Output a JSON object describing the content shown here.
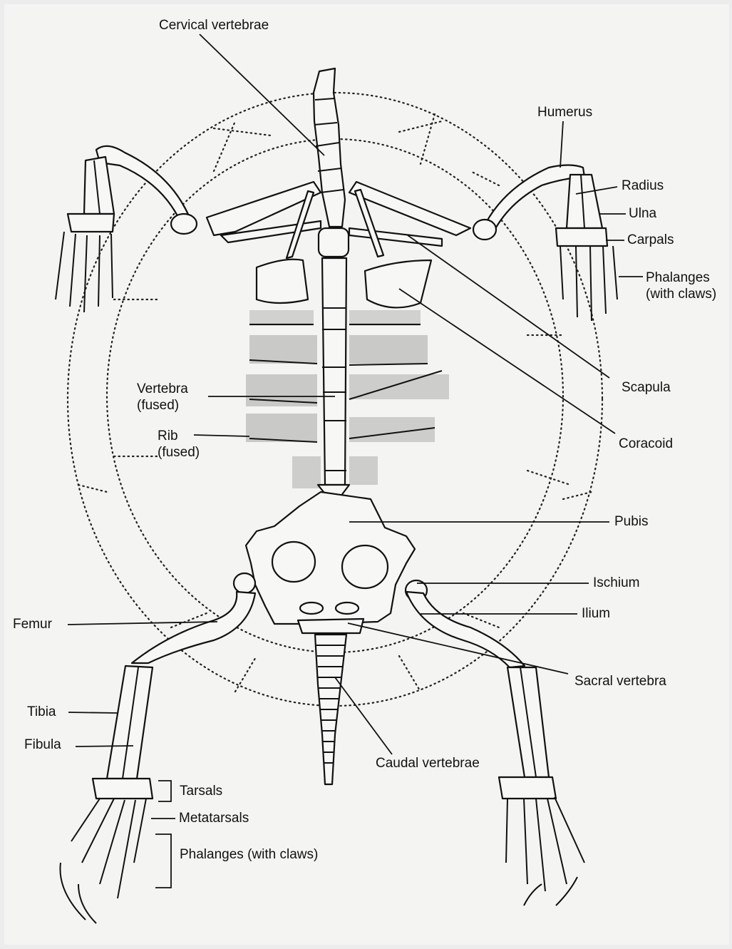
{
  "labels": {
    "cervical_vertebrae": "Cervical vertebrae",
    "humerus": "Humerus",
    "radius": "Radius",
    "ulna": "Ulna",
    "carpals": "Carpals",
    "phalanges_claws_line1": "Phalanges",
    "phalanges_claws_line2": "(with claws)",
    "scapula": "Scapula",
    "coracoid": "Coracoid",
    "vertebra_line1": "Vertebra",
    "vertebra_line2": "(fused)",
    "rib_line1": "Rib",
    "rib_line2": "(fused)",
    "pubis": "Pubis",
    "ischium": "Ischium",
    "ilium": "Ilium",
    "femur": "Femur",
    "sacral_vertebra": "Sacral vertebra",
    "tibia": "Tibia",
    "fibula": "Fibula",
    "caudal_vertebrae": "Caudal vertebrae",
    "tarsals": "Tarsals",
    "metatarsals": "Metatarsals",
    "phalanges_hind": "Phalanges (with claws)"
  }
}
